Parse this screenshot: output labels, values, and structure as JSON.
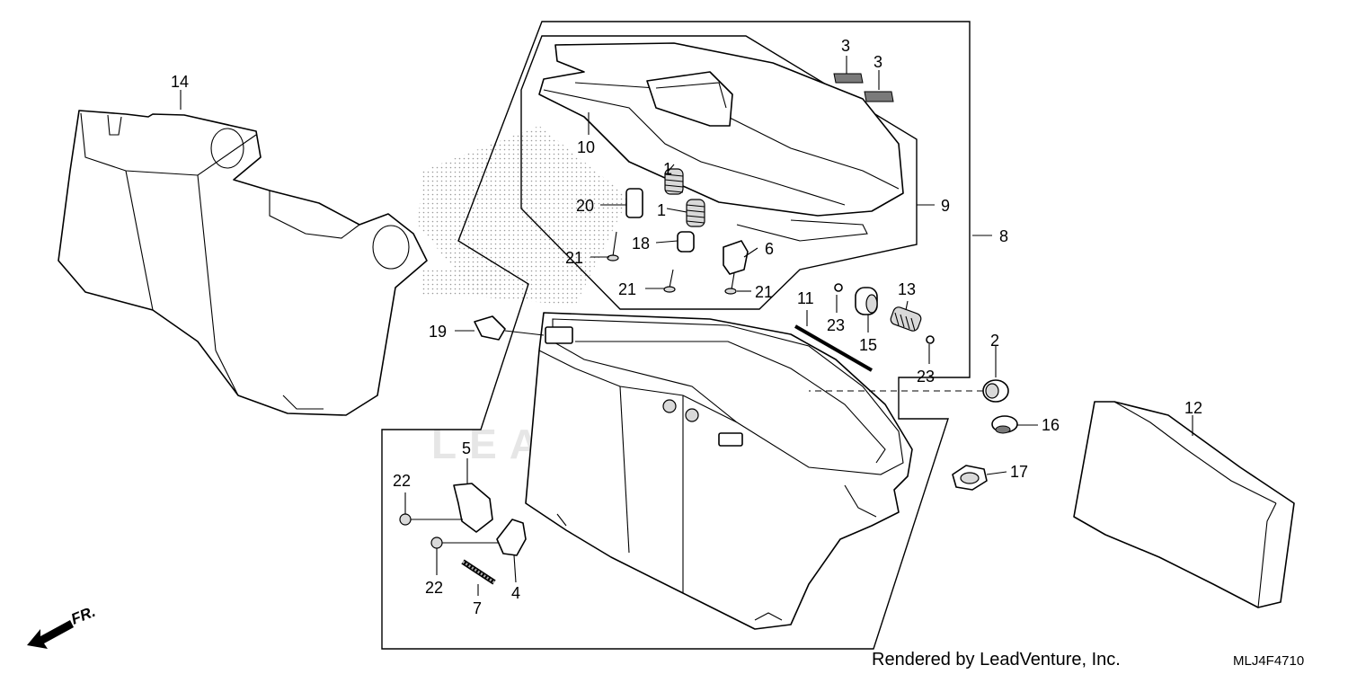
{
  "labels": {
    "n1a": "1",
    "n1b": "1",
    "n2": "2",
    "n3a": "3",
    "n3b": "3",
    "n4": "4",
    "n5": "5",
    "n6": "6",
    "n7": "7",
    "n8": "8",
    "n9": "9",
    "n10": "10",
    "n11": "11",
    "n12": "12",
    "n13": "13",
    "n14": "14",
    "n15": "15",
    "n16": "16",
    "n17": "17",
    "n18": "18",
    "n19": "19",
    "n20": "20",
    "n21a": "21",
    "n21b": "21",
    "n21c": "21",
    "n22a": "22",
    "n22b": "22",
    "n23a": "23",
    "n23b": "23"
  },
  "watermark": "LEADVENTURE",
  "direction": "FR.",
  "credit": "Rendered by LeadVenture, Inc.",
  "diagram_code": "MLJ4F4710"
}
